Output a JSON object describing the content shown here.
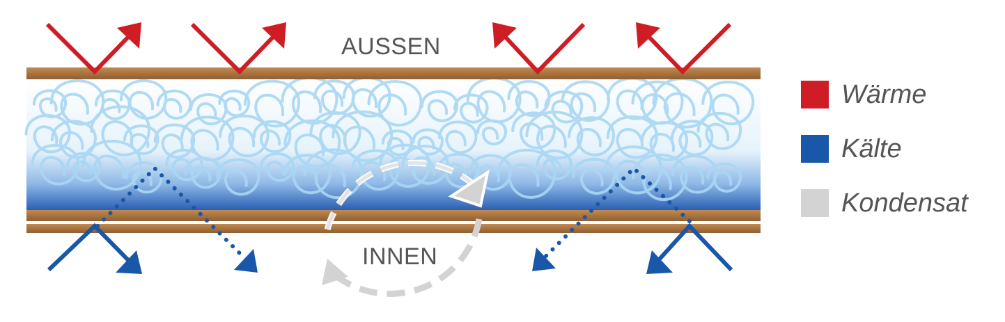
{
  "labels": {
    "outside": "AUSSEN",
    "inside": "INNEN"
  },
  "legend": [
    {
      "label": "Wärme",
      "color": "#cf1d26"
    },
    {
      "label": "Kälte",
      "color": "#1957a8"
    },
    {
      "label": "Kondensat",
      "color": "#d3d3d3"
    }
  ],
  "colors": {
    "heat": "#cf1d26",
    "cold": "#1957a8",
    "condensate": "#d3d3d3",
    "board": "#b07a45",
    "fiber": "#a9d7f4"
  }
}
